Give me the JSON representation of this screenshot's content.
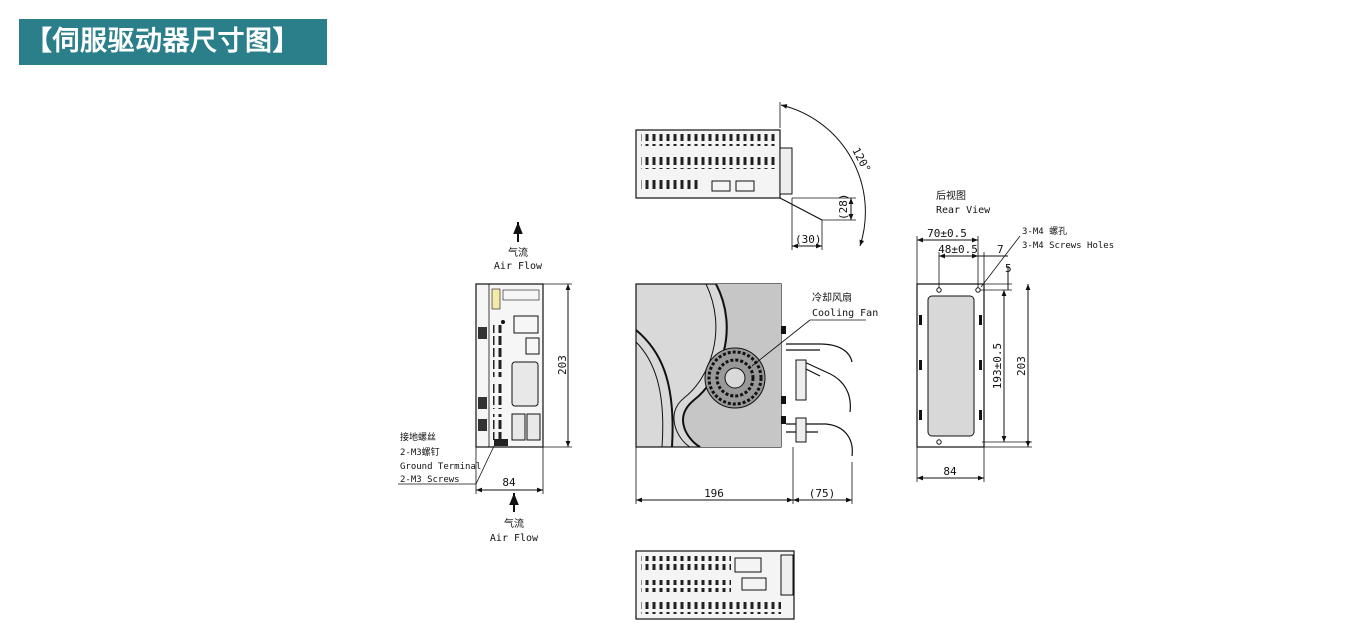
{
  "header": {
    "title": "【伺服驱动器尺寸图】"
  },
  "top_view": {
    "angle": "120°",
    "dim_28": "(28)",
    "dim_30": "(30)"
  },
  "front_view": {
    "airflow_top_cn": "气流",
    "airflow_top_en": "Air Flow",
    "airflow_bottom_cn": "气流",
    "airflow_bottom_en": "Air Flow",
    "height": "203",
    "width": "84",
    "ground_cn_1": "接地螺丝",
    "ground_cn_2": "2-M3螺钉",
    "ground_en_1": "Ground Terminal",
    "ground_en_2": "2-M3 Screws"
  },
  "side_view": {
    "fan_cn": "冷却风扇",
    "fan_en": "Cooling Fan",
    "depth": "196",
    "cable_depth": "(75)"
  },
  "rear_view": {
    "title_cn": "后视图",
    "title_en": "Rear View",
    "dim_70": "70±0.5",
    "dim_48": "48±0.5",
    "dim_7": "7",
    "dim_5": "5",
    "screws_cn": "3-M4 螺孔",
    "screws_en": "3-M4 Screws Holes",
    "hole_span": "193±0.5",
    "height": "203",
    "width": "84"
  }
}
